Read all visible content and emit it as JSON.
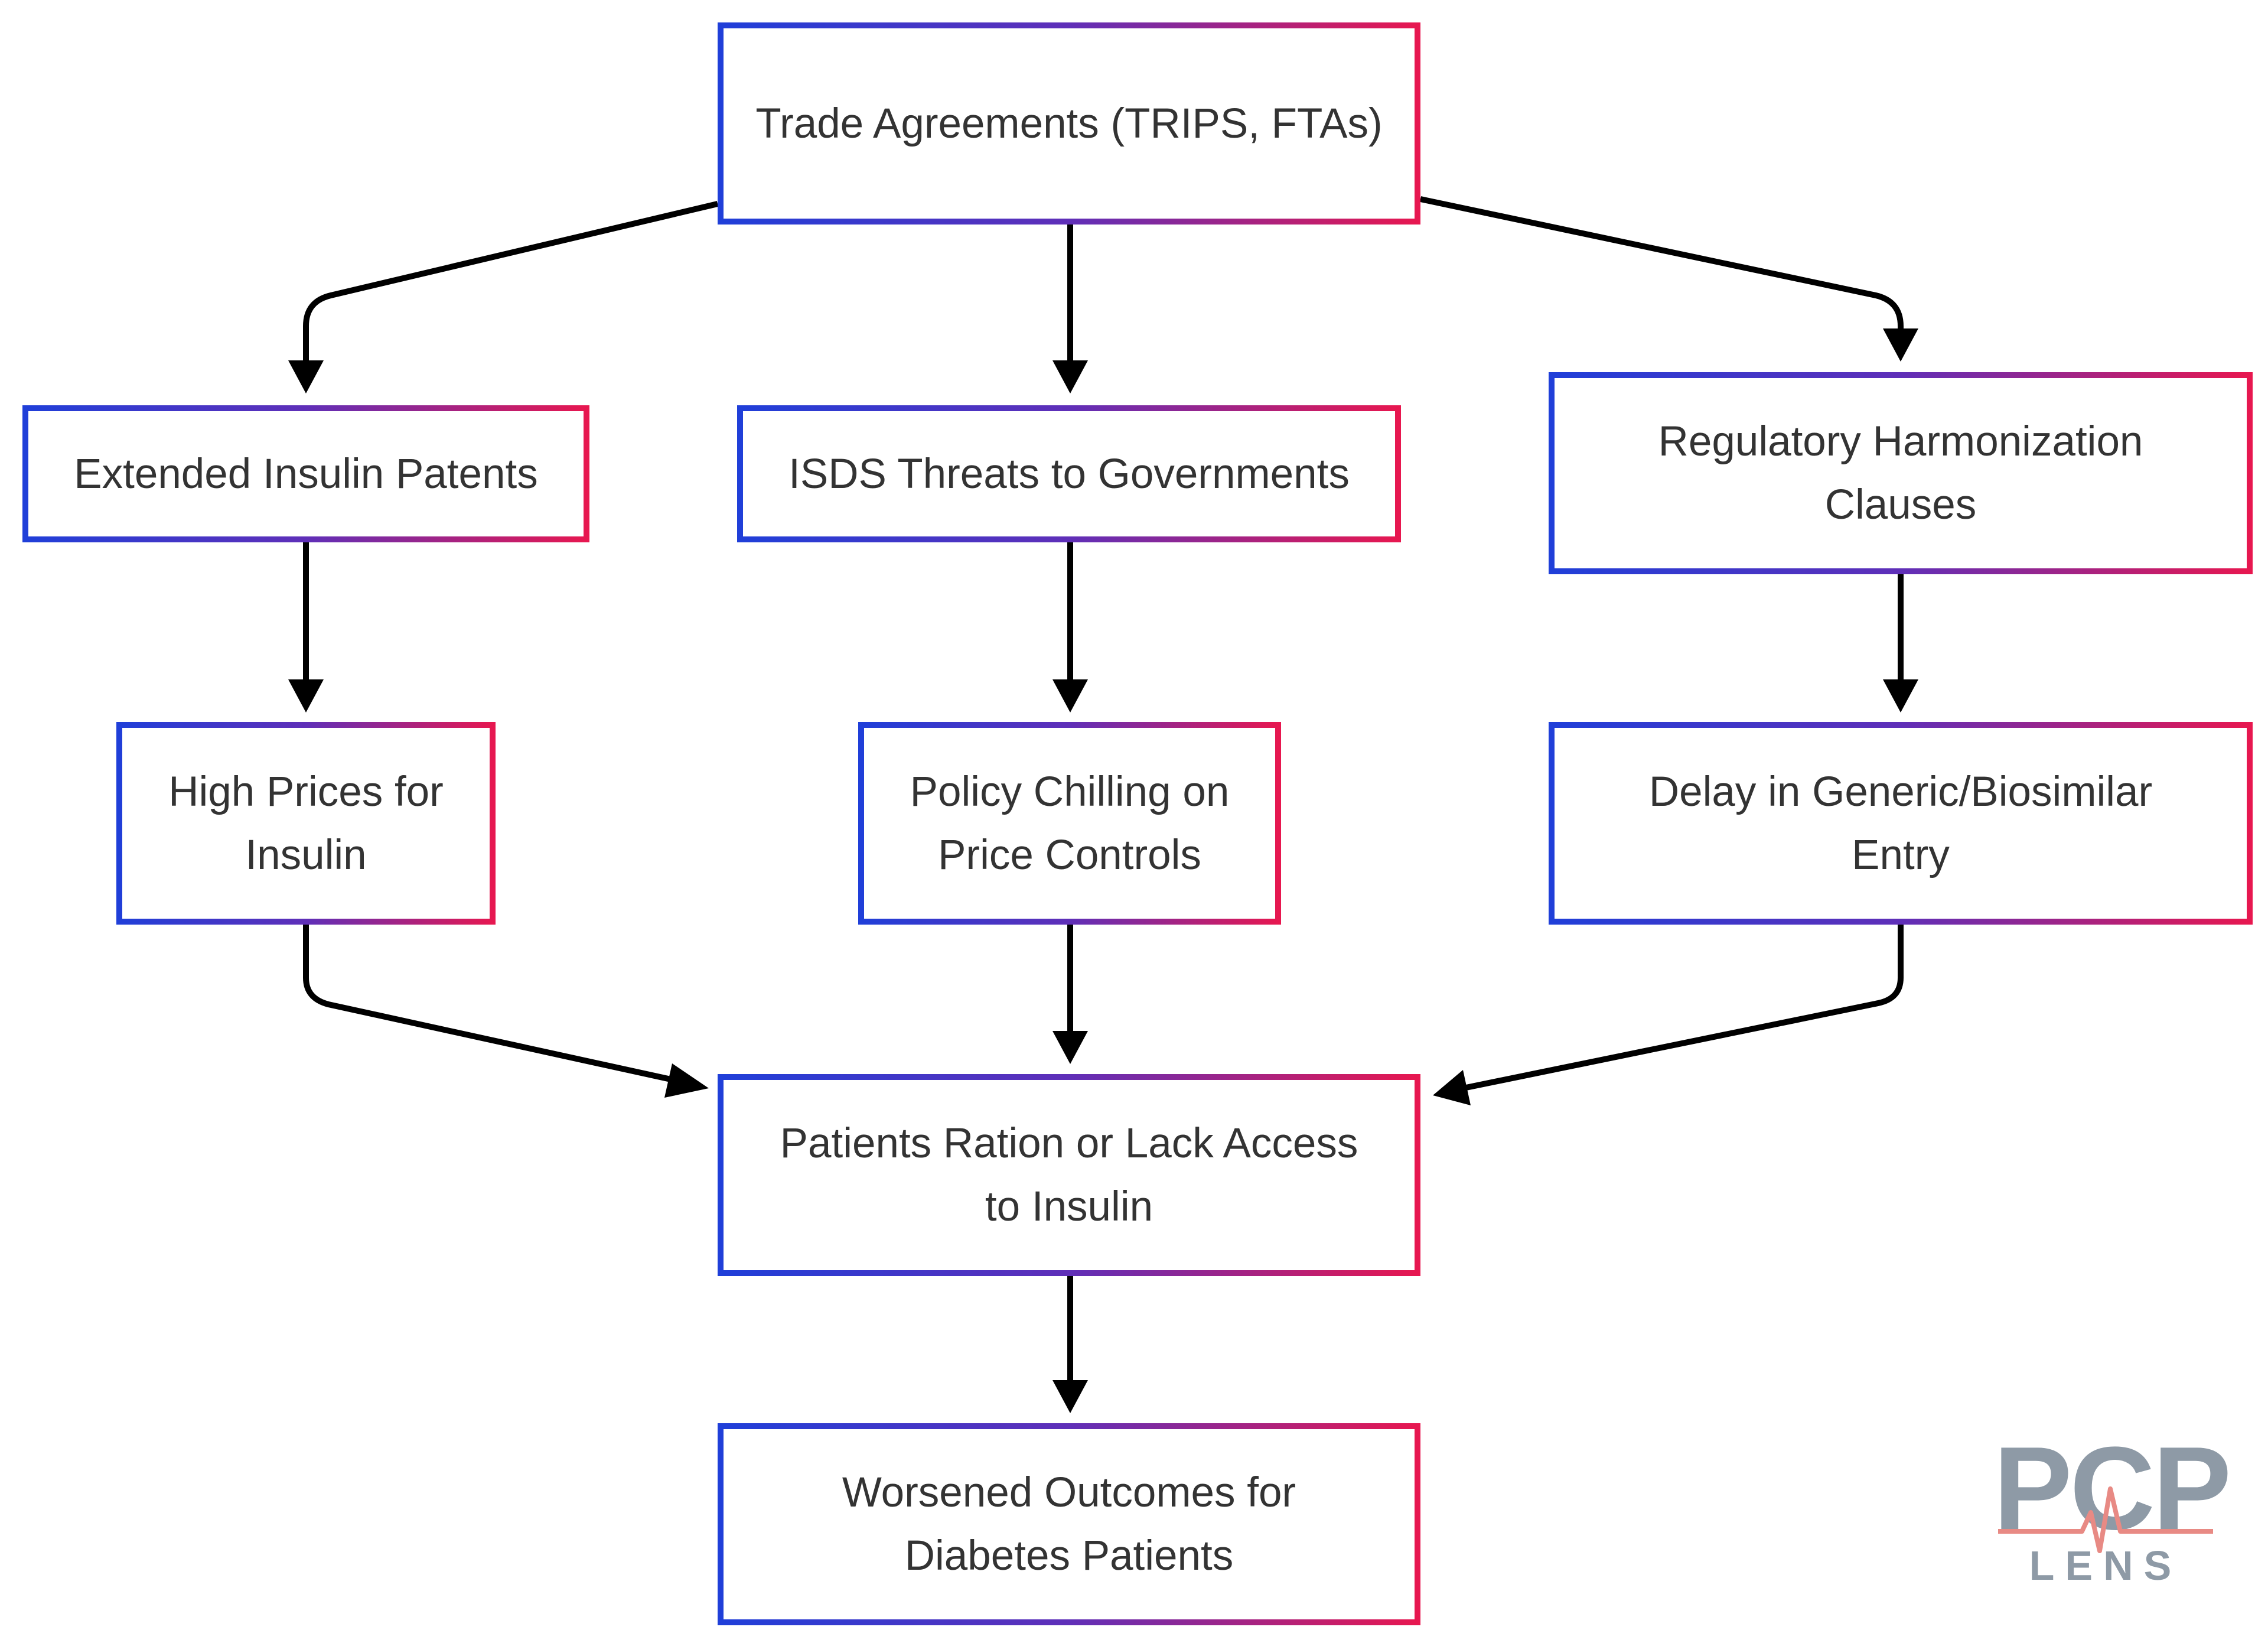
{
  "nodes": {
    "trade_agreements": "Trade Agreements (TRIPS, FTAs)",
    "extended_patents": "Extended Insulin Patents",
    "isds_threats": "ISDS Threats to Governments",
    "regulatory_harmonization": "Regulatory Harmonization Clauses",
    "high_prices": "High Prices for Insulin",
    "policy_chilling": "Policy Chilling on Price Controls",
    "delay_entry": "Delay in Generic/Biosimilar Entry",
    "patients_ration": "Patients Ration or Lack Access to Insulin",
    "worsened_outcomes": "Worsened Outcomes for Diabetes Patients"
  },
  "edges": [
    {
      "from": "trade_agreements",
      "to": "extended_patents"
    },
    {
      "from": "trade_agreements",
      "to": "isds_threats"
    },
    {
      "from": "trade_agreements",
      "to": "regulatory_harmonization"
    },
    {
      "from": "extended_patents",
      "to": "high_prices"
    },
    {
      "from": "isds_threats",
      "to": "policy_chilling"
    },
    {
      "from": "regulatory_harmonization",
      "to": "delay_entry"
    },
    {
      "from": "high_prices",
      "to": "patients_ration"
    },
    {
      "from": "policy_chilling",
      "to": "patients_ration"
    },
    {
      "from": "delay_entry",
      "to": "patients_ration"
    },
    {
      "from": "patients_ration",
      "to": "worsened_outcomes"
    }
  ],
  "logo": {
    "main": "PCP",
    "sub": "LENS",
    "colors": {
      "text": "#8e9aa6",
      "pulse": "#e88a84"
    }
  },
  "colors": {
    "border_start": "#1f3fd9",
    "border_end": "#e8174f",
    "edge": "#000000",
    "text": "#333333"
  }
}
